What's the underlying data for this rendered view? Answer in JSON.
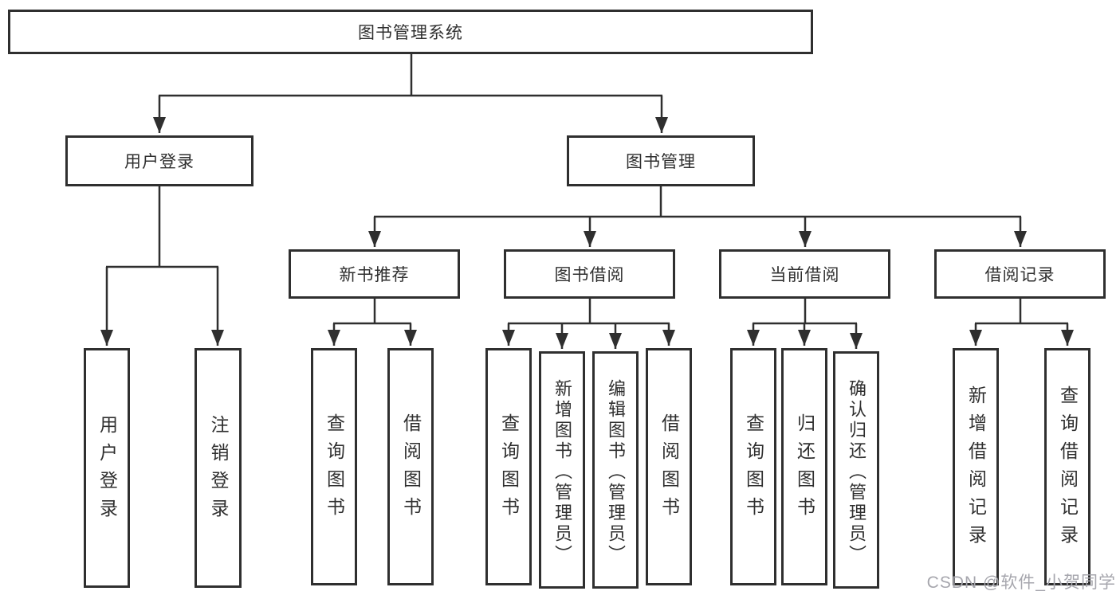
{
  "colors": {
    "line": "#2f2f2f",
    "text": "#2f2f2f",
    "background": "#ffffff",
    "watermark": "#a6a6ad"
  },
  "tree": {
    "root": "图书管理系统",
    "branches": [
      {
        "label": "用户登录",
        "children": [
          "用户登录",
          "注销登录"
        ]
      },
      {
        "label": "图书管理",
        "sections": [
          {
            "label": "新书推荐",
            "children": [
              "查询图书",
              "借阅图书"
            ]
          },
          {
            "label": "图书借阅",
            "children": [
              "查询图书",
              "新增图书（管理员）",
              "编辑图书（管理员）",
              "借阅图书"
            ]
          },
          {
            "label": "当前借阅",
            "children": [
              "查询图书",
              "归还图书",
              "确认归还（管理员）"
            ]
          },
          {
            "label": "借阅记录",
            "children": [
              "新增借阅记录",
              "查询借阅记录"
            ]
          }
        ]
      }
    ]
  },
  "watermark": "CSDN @软件_小贺同学"
}
